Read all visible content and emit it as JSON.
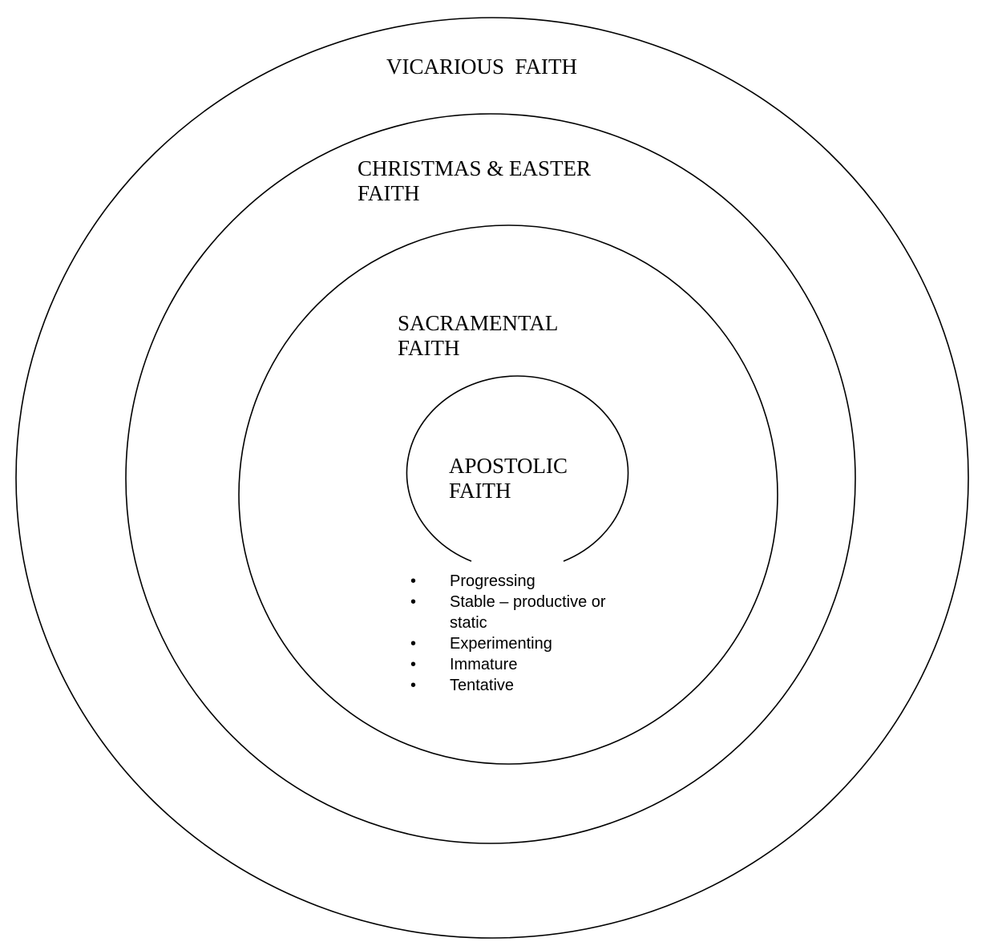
{
  "rings": [
    {
      "id": "vicarious",
      "label": "VICARIOUS  FAITH"
    },
    {
      "id": "christmas",
      "label": "CHRISTMAS & EASTER\nFAITH"
    },
    {
      "id": "sacramental",
      "label": "SACRAMENTAL\nFAITH"
    },
    {
      "id": "apostolic",
      "label": "APOSTOLIC\nFAITH"
    }
  ],
  "stages": {
    "bullet": "•",
    "items": [
      "Progressing",
      "Stable – productive or static",
      "Experimenting",
      "Immature",
      "Tentative"
    ]
  },
  "colors": {
    "stroke": "#000000",
    "background": "#ffffff"
  }
}
